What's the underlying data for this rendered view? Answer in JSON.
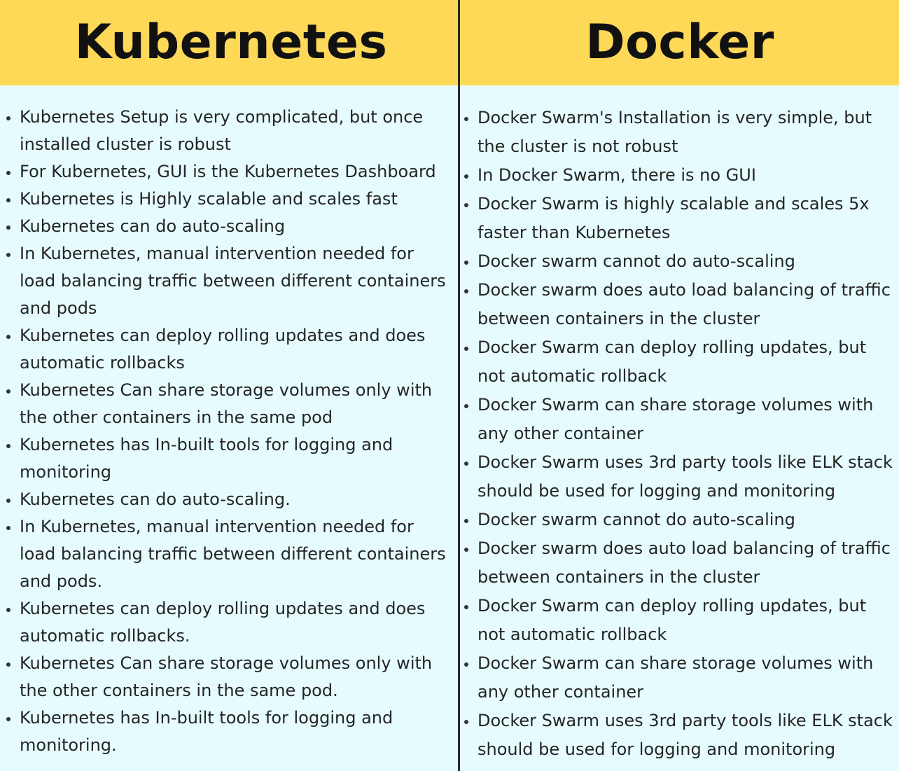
{
  "kubernetes": {
    "title": "Kubernetes",
    "items": [
      "Kubernetes Setup is very complicated, but once installed cluster is robust",
      "For Kubernetes, GUI is the Kubernetes Dashboard",
      "Kubernetes is Highly scalable and scales fast",
      "Kubernetes can do auto-scaling",
      "In Kubernetes, manual intervention needed for load balancing traffic between different containers and pods",
      "Kubernetes can deploy rolling updates and does automatic rollbacks",
      "Kubernetes Can share storage volumes only with the other containers in the same pod",
      "Kubernetes has In-built tools for logging and monitoring",
      "Kubernetes can do auto-scaling.",
      "In Kubernetes, manual intervention needed for load balancing traffic between different containers and pods.",
      "Kubernetes can deploy rolling updates and does automatic rollbacks.",
      "Kubernetes Can share storage volumes only with the other containers in the same pod.",
      "Kubernetes has In-built tools for logging and monitoring."
    ]
  },
  "docker": {
    "title": "Docker",
    "items": [
      "Docker Swarm's Installation is very simple, but the cluster is not robust",
      "In Docker Swarm, there is no GUI",
      "Docker Swarm is highly scalable and scales 5x faster than Kubernetes",
      "Docker swarm cannot do auto-scaling",
      "Docker swarm does auto load balancing of traffic between containers in the cluster",
      "Docker Swarm can deploy rolling updates, but not automatic rollback",
      "Docker Swarm can share storage volumes with any other container",
      "Docker Swarm uses 3rd party tools like ELK stack should be used for logging and monitoring",
      "Docker swarm cannot do auto-scaling",
      "Docker swarm does auto load balancing of traffic between containers in the cluster",
      "Docker Swarm can deploy rolling updates, but not automatic rollback",
      "Docker Swarm can share storage volumes with any other container",
      "Docker Swarm uses 3rd party tools like ELK stack should be used for logging and monitoring"
    ]
  },
  "colors": {
    "header_bg": "#fed857",
    "body_bg": "#e6fbfd",
    "divider": "#2b2b2b",
    "text": "#252525"
  }
}
